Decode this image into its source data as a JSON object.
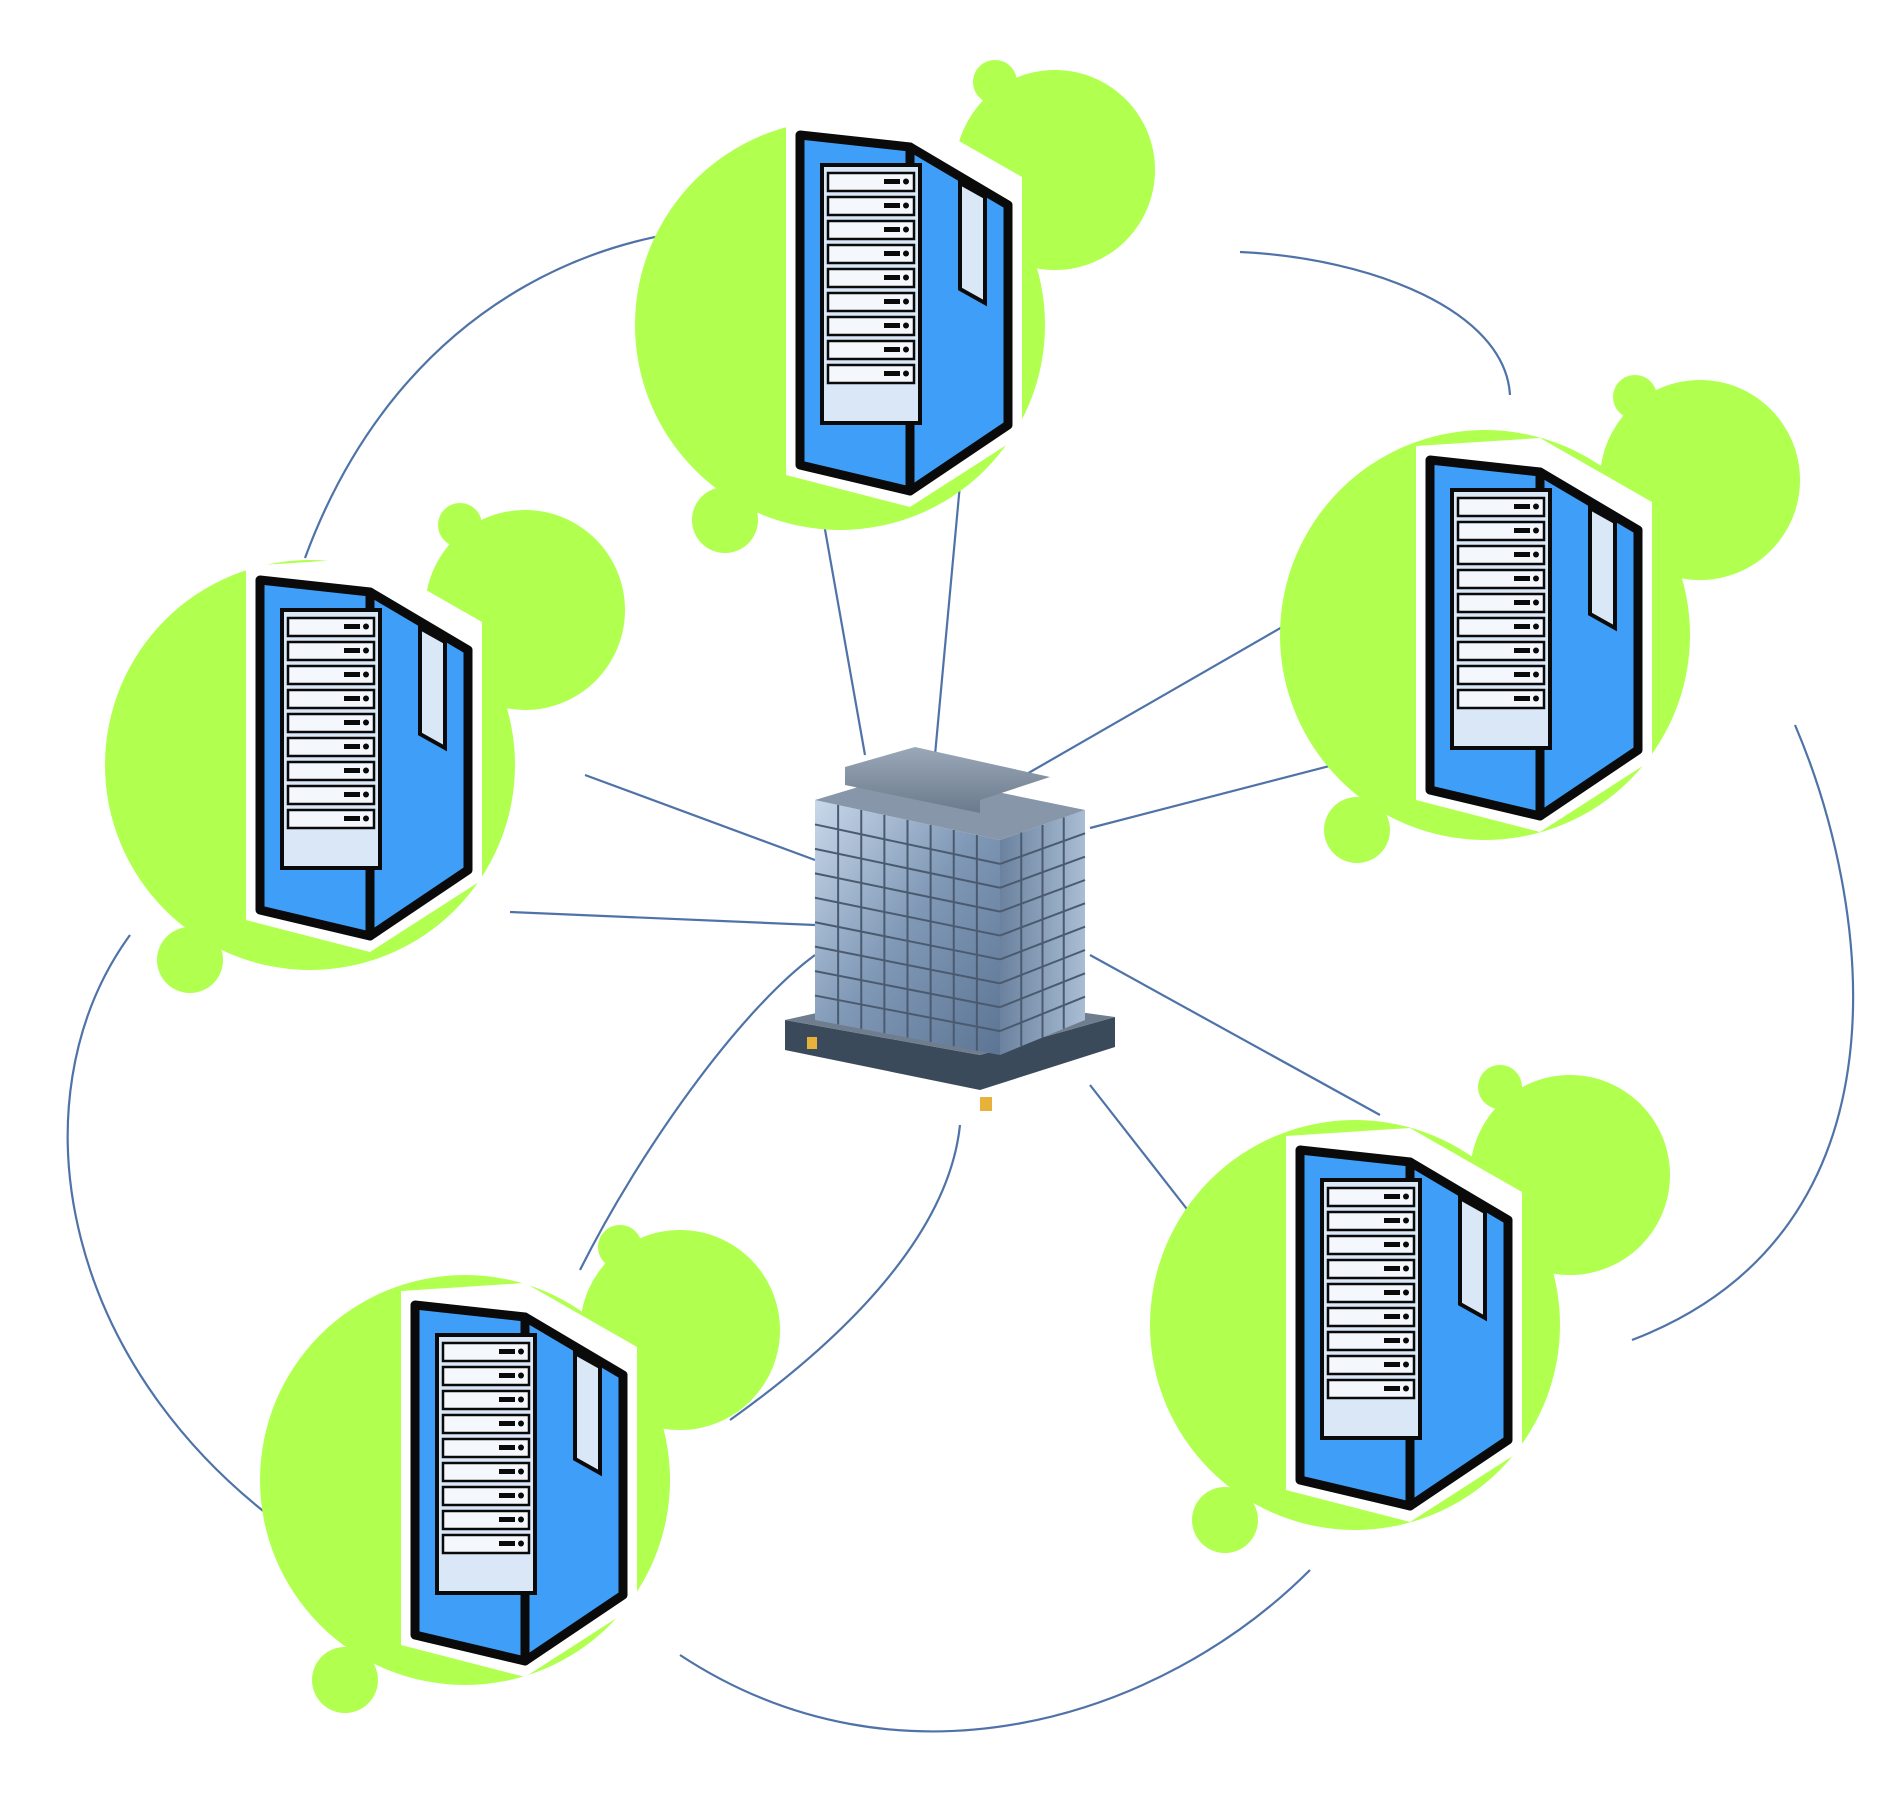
{
  "colors": {
    "background": "#ffffff",
    "blob": "#b1ff4f",
    "link": "#4f73a8",
    "rack_body": "#3f9ff8",
    "rack_outline": "#0a0a0a",
    "rack_panel": "#ffffff",
    "rack_bay": "#d9e7f7",
    "building_glass": "#8aa3c0",
    "building_frame": "#4a5b70",
    "building_base": "#3b4a5a",
    "building_light": "#e8b23a"
  },
  "icons": {
    "hub": "office-building-icon",
    "node": "server-rack-icon"
  },
  "nodes": [
    "server-top",
    "server-upper-left",
    "server-upper-right",
    "server-lower-left",
    "server-lower-right"
  ],
  "labels": []
}
